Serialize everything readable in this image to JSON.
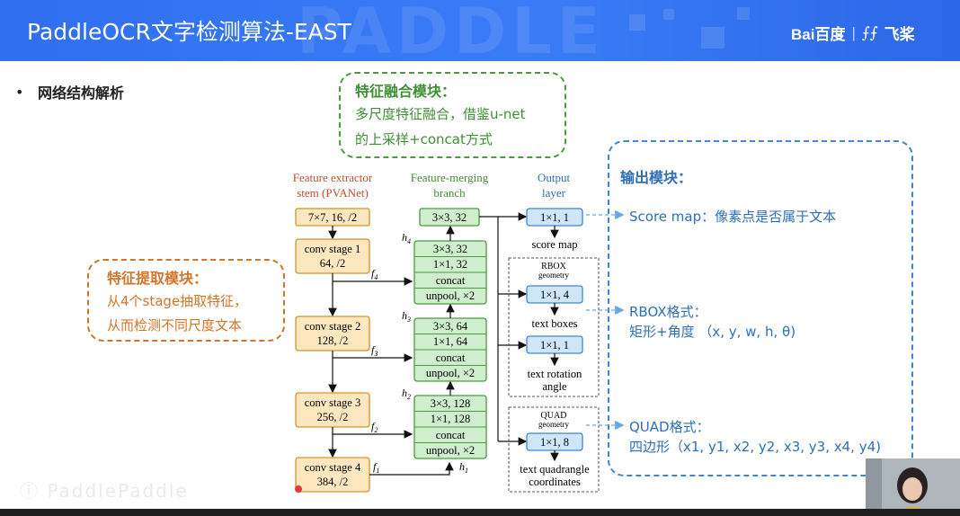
{
  "header": {
    "title": "PaddleOCR文字检测算法-EAST",
    "logo_baidu": "Bai百度",
    "logo_sep": "|",
    "logo_paddle": "飞桨"
  },
  "bullet": "网络结构解析",
  "feature_merge_box": {
    "title": "特征融合模块：",
    "line1": "多尺度特征融合，借鉴u-net",
    "line2": "的上采样+concat方式"
  },
  "feature_extract_box": {
    "title": "特征提取模块：",
    "line1": "从4个stage抽取特征，",
    "line2": "从而检测不同尺度文本"
  },
  "output_box": {
    "title": "输出模块：",
    "score_map": "Score map：像素点是否属于文本",
    "rbox_title": "RBOX格式：",
    "rbox_desc": "矩形+角度 （x, y, w, h, θ)",
    "quad_title": "QUAD格式：",
    "quad_desc": "四边形（x1, y1, x2, y2, x3, y3, x4, y4)"
  },
  "diagram": {
    "col1_header": [
      "Feature extractor",
      "stem (PVANet)"
    ],
    "col2_header": [
      "Feature-merging",
      "branch"
    ],
    "col3_header": [
      "Output",
      "layer"
    ],
    "stem_box": "7×7, 16, /2",
    "conv1": [
      "conv stage 1",
      "64, /2"
    ],
    "conv2": [
      "conv stage 2",
      "128, /2"
    ],
    "conv3": [
      "conv stage 3",
      "256, /2"
    ],
    "conv4": [
      "conv stage 4",
      "384, /2"
    ],
    "f_labels": [
      "f",
      "f",
      "f",
      "f"
    ],
    "f_subs": [
      "4",
      "3",
      "2",
      "1"
    ],
    "h_labels": [
      "h",
      "h",
      "h",
      "h"
    ],
    "h_subs": [
      "4",
      "3",
      "2",
      "1"
    ],
    "top_merge": "3×3, 32",
    "merge_group1": [
      "3×3, 32",
      "1×1, 32",
      "concat",
      "unpool, ×2"
    ],
    "merge_group2": [
      "3×3, 64",
      "1×1, 64",
      "concat",
      "unpool, ×2"
    ],
    "merge_group3": [
      "3×3, 128",
      "1×1, 128",
      "concat",
      "unpool, ×2"
    ],
    "out_score": "1×1, 1",
    "out_score_label": "score map",
    "rbox_head": [
      "RBOX",
      "geometry"
    ],
    "out_rbox1": "1×1, 4",
    "out_rbox1_label": "text boxes",
    "out_rbox2": "1×1, 1",
    "out_rbox2_label": [
      "text rotation",
      "angle"
    ],
    "quad_head": [
      "QUAD",
      "geometry"
    ],
    "out_quad": "1×1, 8",
    "out_quad_label": [
      "text quadrangle",
      "coordinates"
    ]
  },
  "colors": {
    "header_blue": "#2f6ff0",
    "merge_green": "#4a9c3e",
    "extract_orange": "#d4742a",
    "output_blue": "#3f86d4",
    "orange_fill": "#fde7bf",
    "green_fill": "#cfeecd",
    "blue_fill": "#cfe6f8"
  }
}
